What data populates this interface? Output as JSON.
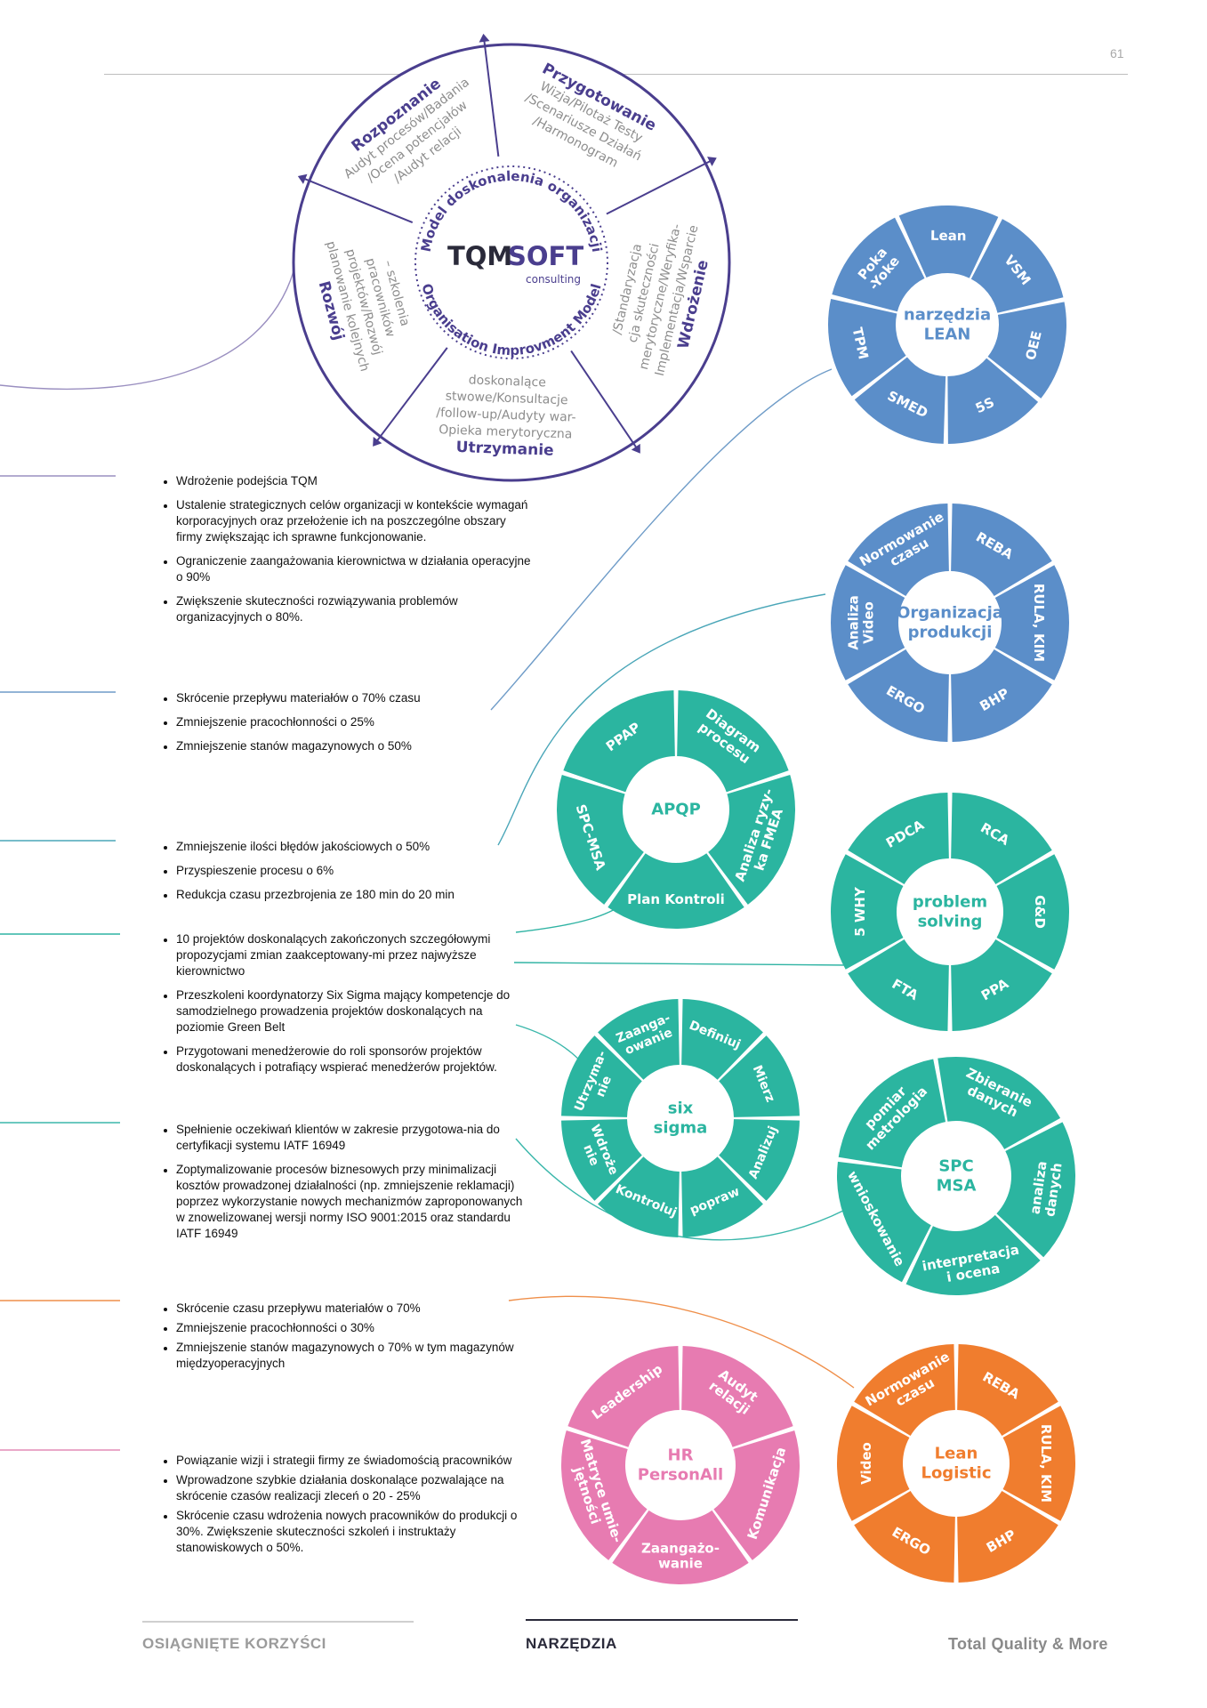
{
  "page_number": "61",
  "tqm": {
    "logo_tqm": "TQM",
    "logo_soft": "SOFT",
    "logo_sub": "consulting",
    "ring_top": "Model doskonalenia organizacji",
    "ring_bottom": "Organisation Improvment Model",
    "phases": [
      {
        "title": "Rozpoznanie",
        "lines": [
          "Audyt procesów/Badania",
          "/Ocena potencjałów",
          "/Audyt relacji"
        ]
      },
      {
        "title": "Przygotowanie",
        "lines": [
          "Wizja/Pilotaż Testy",
          "/Scenariusze Działań",
          "/Harmonogram"
        ]
      },
      {
        "title": "Wdrożenie",
        "lines": [
          "Implementacja/Wsparcie",
          "merytoryczne/Weryfika-",
          "cja skuteczności",
          "/Standaryzacja"
        ]
      },
      {
        "title": "Utrzymanie",
        "lines": [
          "Opieka merytoryczna",
          "/follow-up/Audyty war-",
          "stwowe/Konsultacje",
          "doskonalące"
        ]
      },
      {
        "title": "Rozwój",
        "lines": [
          "planowanie kolejnych",
          "projektów/Rozwój",
          "pracowników",
          "– szkolenia"
        ]
      }
    ]
  },
  "wheels": [
    {
      "id": "lean",
      "center": [
        "narzędzia",
        "LEAN"
      ],
      "color": "#5b8ec9",
      "center_color": "#5b8ec9",
      "segments": [
        [
          "Lean"
        ],
        [
          "VSM"
        ],
        [
          "OEE"
        ],
        [
          "5S"
        ],
        [
          "SMED"
        ],
        [
          "TPM"
        ],
        [
          "Poka",
          "-Yoke"
        ]
      ]
    },
    {
      "id": "org",
      "center": [
        "Organizacja",
        "produkcji"
      ],
      "color": "#5b8ec9",
      "center_color": "#5b8ec9",
      "segments": [
        [
          "REBA"
        ],
        [
          "RULA, KIM"
        ],
        [
          "BHP"
        ],
        [
          "ERGO"
        ],
        [
          "Analiza",
          "Video"
        ],
        [
          "Normowanie",
          "czasu"
        ]
      ]
    },
    {
      "id": "apqp",
      "center": [
        "APQP"
      ],
      "color": "#2bb5a0",
      "center_color": "#2bb5a0",
      "segments": [
        [
          "Diagram",
          "procesu"
        ],
        [
          "Analiza ryzy-",
          "ka FMEA"
        ],
        [
          "Plan Kontroli"
        ],
        [
          "SPC-MSA"
        ],
        [
          "PPAP"
        ]
      ]
    },
    {
      "id": "ps",
      "center": [
        "problem",
        "solving"
      ],
      "color": "#2bb5a0",
      "center_color": "#2bb5a0",
      "segments": [
        [
          "RCA"
        ],
        [
          "G&D"
        ],
        [
          "PPA"
        ],
        [
          "FTA"
        ],
        [
          "5 WHY"
        ],
        [
          "PDCA"
        ]
      ]
    },
    {
      "id": "six",
      "center": [
        "six",
        "sigma"
      ],
      "color": "#2bb5a0",
      "center_color": "#2bb5a0",
      "segments": [
        [
          "Definiuj"
        ],
        [
          "Mierz"
        ],
        [
          "Analizuj"
        ],
        [
          "popraw"
        ],
        [
          "Kontroluj"
        ],
        [
          "Wdroże",
          "nie"
        ],
        [
          "Utrzyma-",
          "nie"
        ],
        [
          "Zaanga-",
          "owanie"
        ]
      ]
    },
    {
      "id": "spc",
      "center": [
        "SPC",
        "MSA"
      ],
      "color": "#2bb5a0",
      "center_color": "#2bb5a0",
      "segments": [
        [
          "Zbieranie",
          "danych"
        ],
        [
          "analiza",
          "danych"
        ],
        [
          "interpretacja",
          "i ocena"
        ],
        [
          "wnioskowanie"
        ],
        [
          "pomiar",
          "metrologia"
        ]
      ]
    },
    {
      "id": "hr",
      "center": [
        "HR",
        "PersonAll"
      ],
      "color": "#e77bb1",
      "center_color": "#e77bb1",
      "segments": [
        [
          "Audyt",
          "relacji"
        ],
        [
          "Komunikacja"
        ],
        [
          "Zaangażo-",
          "wanie"
        ],
        [
          "Matryce umie-",
          "jętności"
        ],
        [
          "Leadership"
        ]
      ]
    },
    {
      "id": "logistic",
      "center": [
        "Lean",
        "Logistic"
      ],
      "color": "#f07d2e",
      "center_color": "#f07d2e",
      "segments": [
        [
          "REBA"
        ],
        [
          "RULA, KIM"
        ],
        [
          "BHP"
        ],
        [
          "ERGO"
        ],
        [
          "Video"
        ],
        [
          "Normowanie",
          "czasu"
        ]
      ]
    }
  ],
  "benefits": [
    {
      "group": "tqm",
      "color": "#9a8fc0",
      "items": [
        "Wdrożenie podejścia TQM",
        "Ustalenie strategicznych celów organizacji w kontekście wymagań korporacyjnych oraz przełożenie ich na poszczególne obszary firmy zwiększając ich sprawne funkcjonowanie.",
        "Ograniczenie zaangażowania kierownictwa w działania operacyjne o 90%",
        "Zwiększenie skuteczności rozwiązywania problemów organizacyjnych o 80%."
      ]
    },
    {
      "group": "lean",
      "color": "#6f9cc8",
      "items": [
        "Skrócenie przepływu materiałów o 70% czasu",
        "Zmniejszenie pracochłonności o 25%",
        "Zmniejszenie stanów magazynowych o 50%"
      ]
    },
    {
      "group": "org",
      "color": "#4aa6b8",
      "items": [
        "Zmniejszenie ilości błędów jakościowych o 50%",
        "Przyspieszenie procesu o 6%",
        "Redukcja czasu przezbrojenia ze 180 min do 20 min"
      ]
    },
    {
      "group": "six",
      "color": "#2fb3a3",
      "items": [
        "10 projektów doskonalących zakończonych szczegółowymi propozycjami zmian zaakceptowany-mi przez najwyższe kierownictwo",
        "Przeszkoleni koordynatorzy Six Sigma mający kompetencje do samodzielnego prowadzenia projektów doskonalących na poziomie Green Belt",
        "Przygotowani menedżerowie do roli sponsorów projektów doskonalących i potrafiący wspierać menedżerów projektów."
      ]
    },
    {
      "group": "spc",
      "color": "#3bb7ab",
      "items": [
        "Spełnienie oczekiwań klientów w zakresie przygotowa-nia do certyfikacji systemu IATF 16949",
        "Zoptymalizowanie procesów biznesowych przy minimalizacji kosztów prowadzonej działalności (np. zmniejszenie reklamacji) poprzez wykorzystanie nowych mechanizmów zaproponowanych w znowelizowanej wersji normy ISO 9001:2015 oraz standardu IATF 16949"
      ]
    },
    {
      "group": "logistic",
      "color": "#ef8f4a",
      "items": [
        "Skrócenie czasu przepływu materiałów o 70%",
        "Zmniejszenie pracochłonności o 30%",
        "Zmniejszenie stanów magazynowych o 70% w tym magazynów międzyoperacyjnych"
      ]
    },
    {
      "group": "hr",
      "color": "#e48bb5",
      "items": [
        "Powiązanie wizji i strategii firmy ze świadomością pracowników",
        "Wprowadzone szybkie działania doskonalące pozwalające na skrócenie czasów realizacji zleceń o 20 - 25%",
        "Skrócenie czasu wdrożenia nowych pracowników do produkcji o 30%. Zwiększenie skuteczności szkoleń i instruktaży stanowiskowych o 50%."
      ]
    }
  ],
  "footer": {
    "left": "OSIĄGNIĘTE KORZYŚCI",
    "middle": "NARZĘDZIA",
    "right": "Total Quality & More"
  }
}
